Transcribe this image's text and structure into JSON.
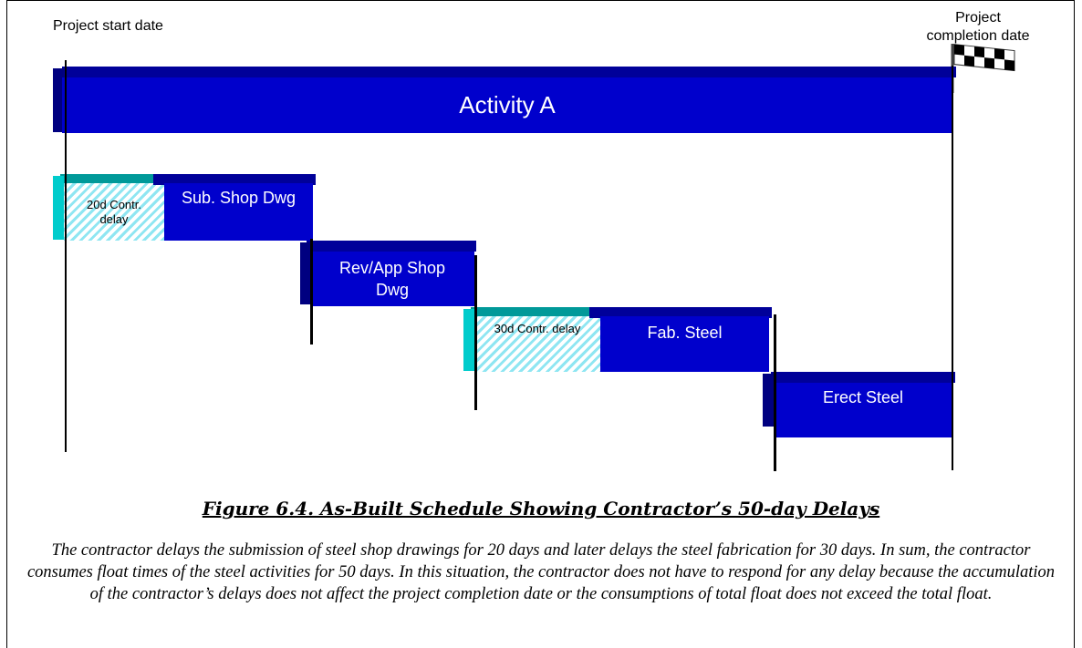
{
  "labels": {
    "start": "Project start date",
    "completion": "Project completion date"
  },
  "activities": {
    "activity_a": "Activity A",
    "sub_shop_dwg": "Sub. Shop Dwg",
    "rev_app_shop_dwg": "Rev/App Shop Dwg",
    "fab_steel": "Fab. Steel",
    "erect_steel": "Erect Steel"
  },
  "delays": {
    "delay1": "20d Contr. delay",
    "delay2": "30d Contr. delay"
  },
  "caption": {
    "title": "Figure 6.4. As-Built Schedule Showing Contractor’s 50-day Delays",
    "body": "The contractor delays the submission of steel shop drawings for 20 days and later delays the steel fabrication for 30 days. In sum, the contractor consumes float times of the steel activities for 50 days. In this situation, the contractor does not have to respond for any delay because the accumulation of the contractor’s delays does not affect the project completion date or the consumptions of total float does not exceed the total float."
  },
  "icons": {
    "flag": "checkered-flag-icon"
  },
  "colors": {
    "bar": "#0000cc",
    "delay": "#00cccc"
  }
}
